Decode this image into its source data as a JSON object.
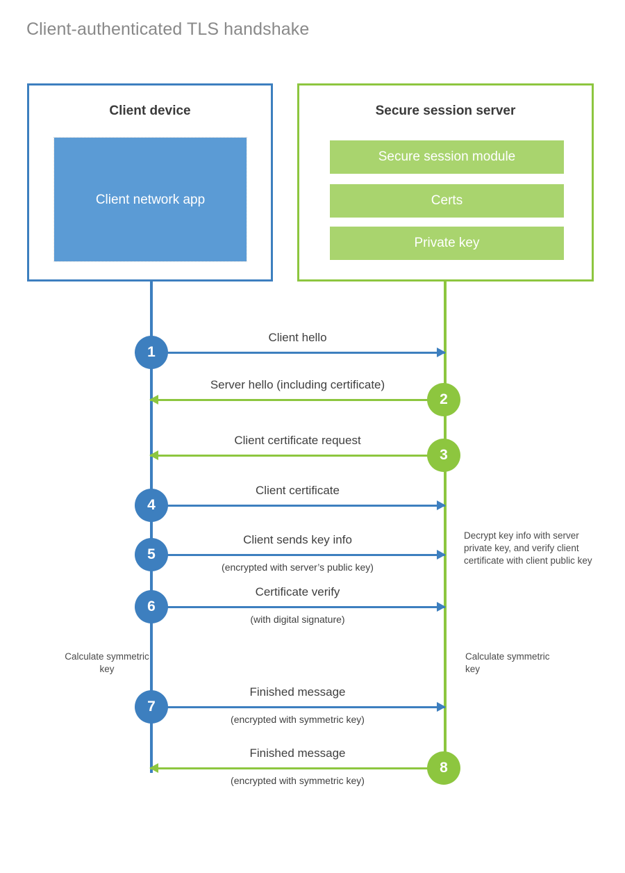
{
  "title": "Client-authenticated TLS handshake",
  "colors": {
    "client_blue": "#3d7fbf",
    "client_app_fill": "#5b9bd5",
    "server_green": "#8dc63f",
    "server_module_fill": "#a9d46e",
    "title_gray": "#898989",
    "text_dark": "#3a3a3a"
  },
  "actors": {
    "client": {
      "title": "Client device",
      "app_label": "Client network app"
    },
    "server": {
      "title": "Secure session server",
      "modules": [
        {
          "label": "Secure session module"
        },
        {
          "label": "Certs"
        },
        {
          "label": "Private key"
        }
      ]
    }
  },
  "messages": [
    {
      "step": "1",
      "label": "Client hello",
      "sublabel": "",
      "direction": "client-to-server",
      "color": "blue"
    },
    {
      "step": "2",
      "label": "Server hello (including certificate)",
      "sublabel": "",
      "direction": "server-to-client",
      "color": "green"
    },
    {
      "step": "3",
      "label": "Client certificate request",
      "sublabel": "",
      "direction": "server-to-client",
      "color": "green"
    },
    {
      "step": "4",
      "label": "Client certificate",
      "sublabel": "",
      "direction": "client-to-server",
      "color": "blue"
    },
    {
      "step": "5",
      "label": "Client sends key info",
      "sublabel": "(encrypted with server’s public key)",
      "direction": "client-to-server",
      "color": "blue"
    },
    {
      "step": "6",
      "label": "Certificate verify",
      "sublabel": "(with digital signature)",
      "direction": "client-to-server",
      "color": "blue"
    },
    {
      "step": "7",
      "label": "Finished message",
      "sublabel": "(encrypted with symmetric key)",
      "direction": "client-to-server",
      "color": "blue"
    },
    {
      "step": "8",
      "label": "Finished message",
      "sublabel": "(encrypted with symmetric key)",
      "direction": "server-to-client",
      "color": "green"
    }
  ],
  "notes": {
    "decrypt": "Decrypt key info with server private key, and verify client certificate with client public key",
    "client_calculate": "Calculate symmetric key",
    "server_calculate": "Calculate symmetric key"
  }
}
